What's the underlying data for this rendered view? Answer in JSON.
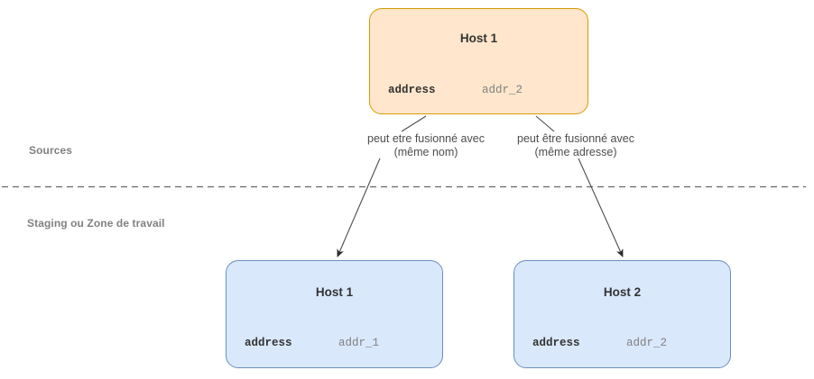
{
  "zones": {
    "sources": {
      "label": "Sources"
    },
    "staging": {
      "label": "Staging ou Zone de travail"
    },
    "divider": {
      "style": "dashed",
      "color": "#666666"
    }
  },
  "entities": {
    "source_host1": {
      "title": "Host 1",
      "fill": "#ffe6cc",
      "stroke": "#d79b00",
      "attributes": [
        {
          "key": "address",
          "value": "addr_2"
        }
      ]
    },
    "staging_host1": {
      "title": "Host 1",
      "fill": "#dae8fc",
      "stroke": "#6c8ebf",
      "attributes": [
        {
          "key": "address",
          "value": "addr_1"
        }
      ]
    },
    "staging_host2": {
      "title": "Host 2",
      "fill": "#dae8fc",
      "stroke": "#6c8ebf",
      "attributes": [
        {
          "key": "address",
          "value": "addr_2"
        }
      ]
    }
  },
  "edges": {
    "left": {
      "label_line1": "peut etre fusionné avec",
      "label_line2": "(même nom)",
      "from": "source_host1",
      "to": "staging_host1",
      "color": "#4d4d4d"
    },
    "right": {
      "label_line1": "peut être fusionné avec",
      "label_line2": "(même adresse)",
      "from": "source_host1",
      "to": "staging_host2",
      "color": "#4d4d4d"
    }
  }
}
